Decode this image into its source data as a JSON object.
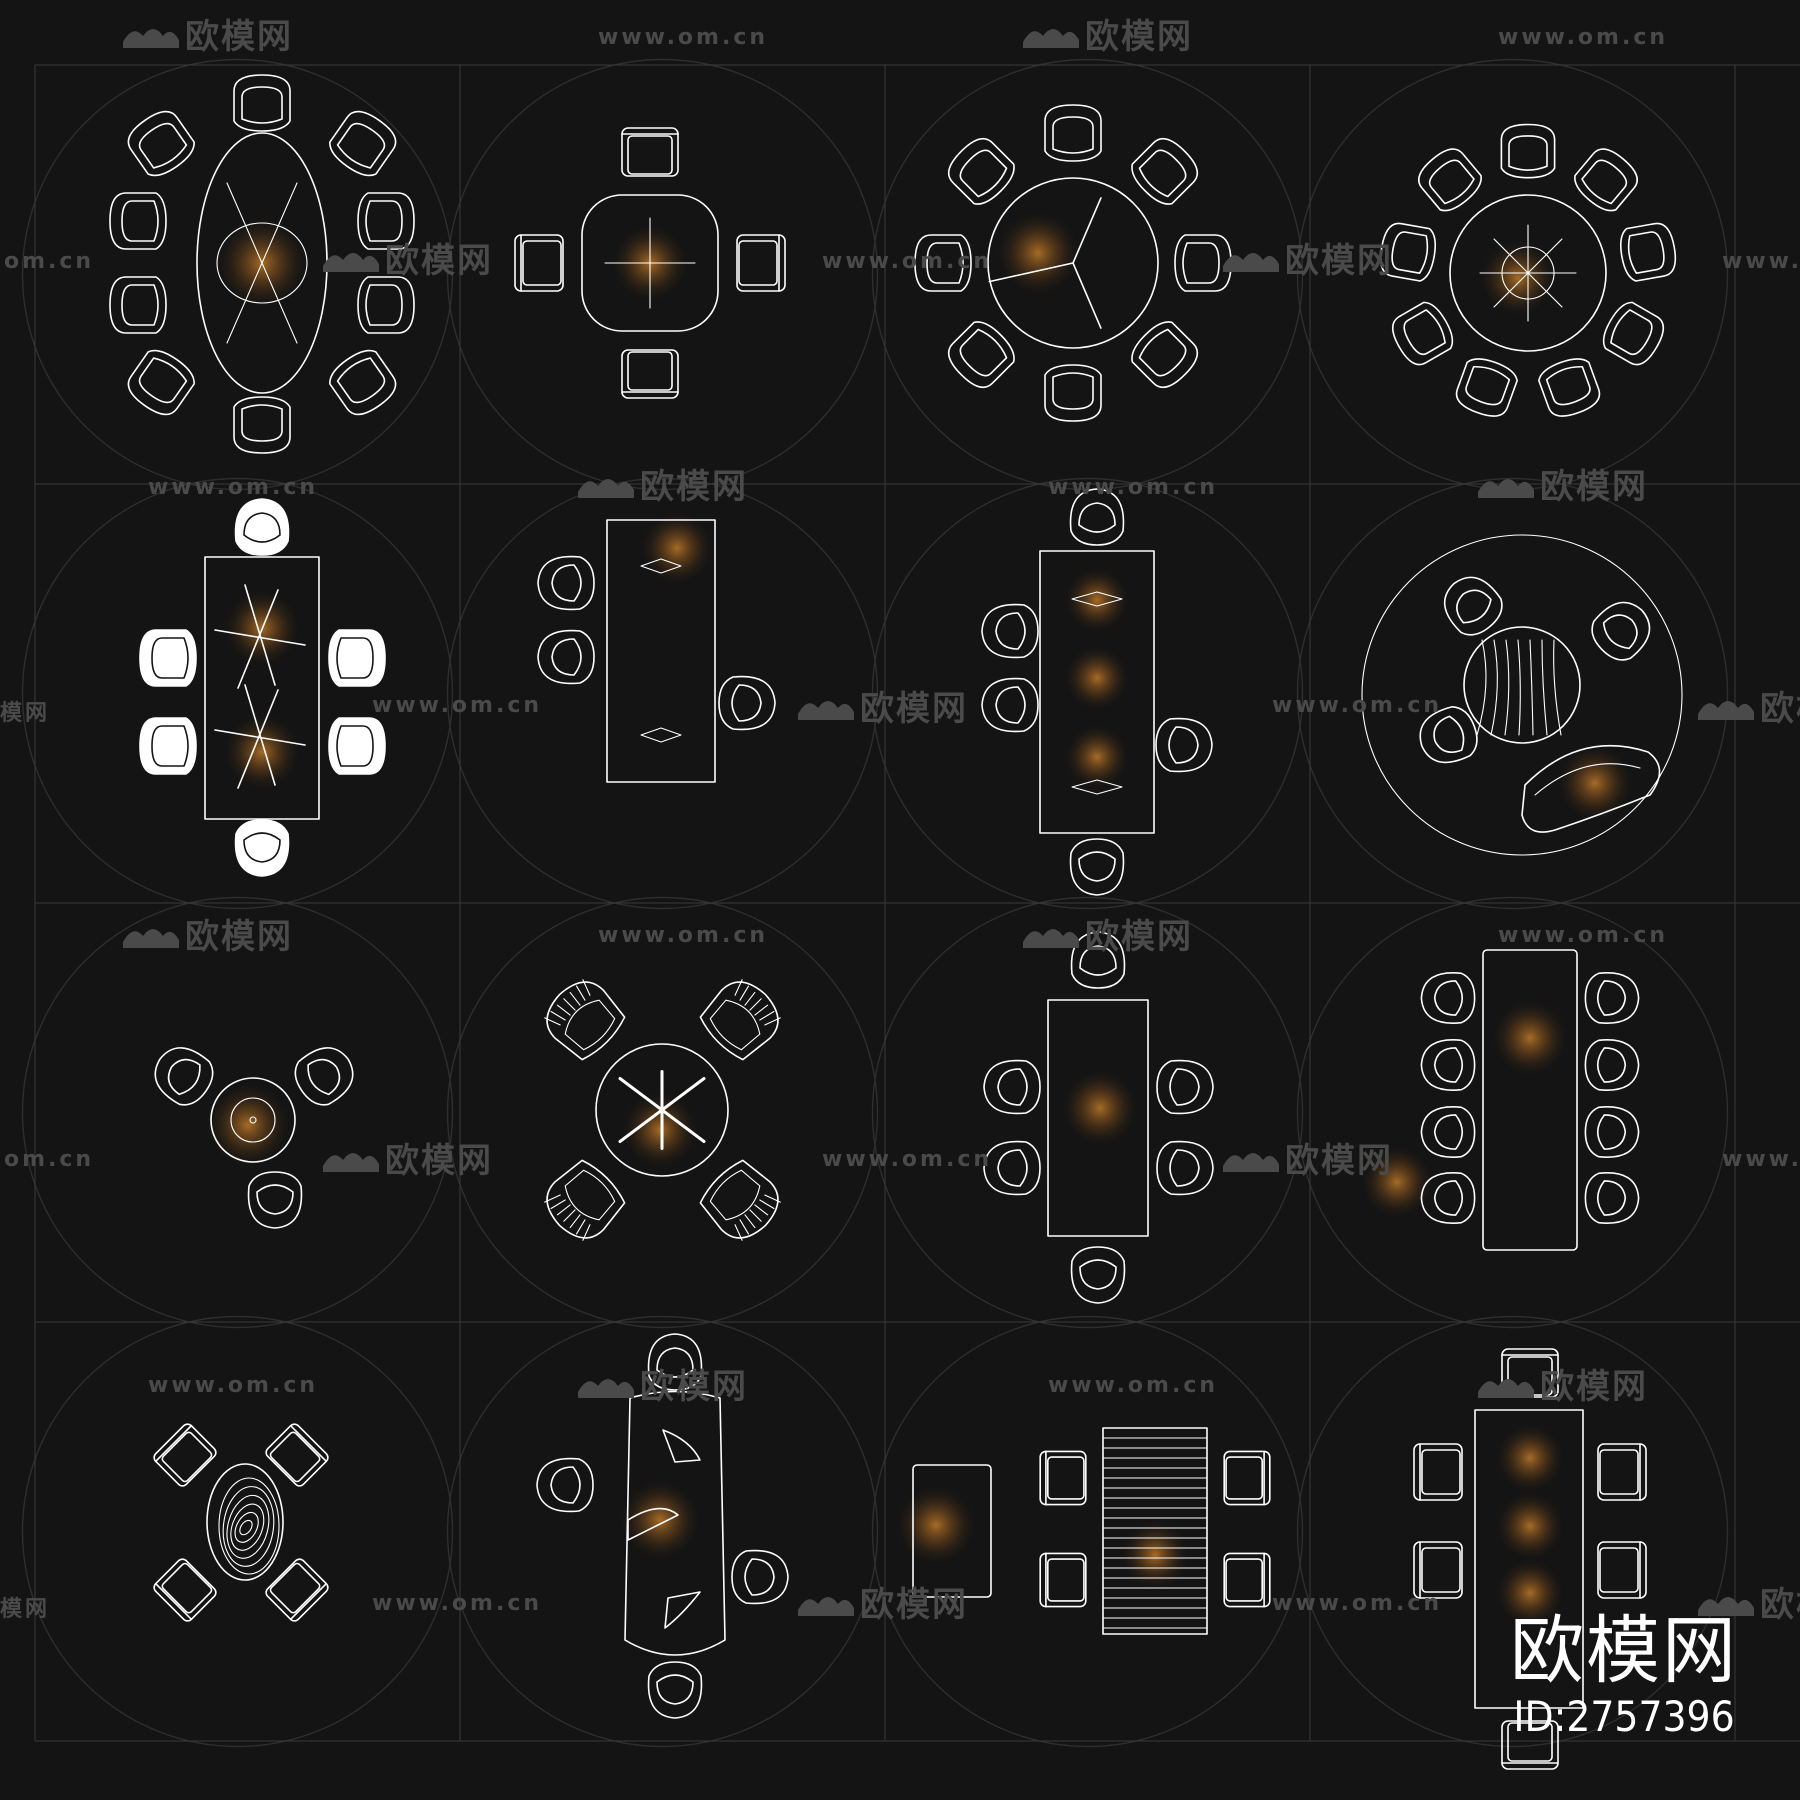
{
  "watermarks": {
    "logo_text": "欧模网",
    "url_text": "www.om.cn",
    "url_partial": "om.cn",
    "logo_partial": "模网"
  },
  "brand": {
    "name": "欧模网",
    "id_text": "ID:2757396"
  },
  "colors": {
    "background": "#141414",
    "line": "#ffffff",
    "grid": "#3a3a3a",
    "arc": "#2e2e2e",
    "watermark": "#4a4a4a",
    "glow": "#c07a2a"
  },
  "layouts": [
    {
      "name": "oval-table-10-chairs"
    },
    {
      "name": "square-table-4-chairs"
    },
    {
      "name": "round-table-8-chairs"
    },
    {
      "name": "round-table-9-chairs"
    },
    {
      "name": "rect-table-6-chairs-solid"
    },
    {
      "name": "rect-table-3-chairs"
    },
    {
      "name": "rect-table-6-chairs"
    },
    {
      "name": "round-table-sofa"
    },
    {
      "name": "round-table-3-chairs"
    },
    {
      "name": "round-table-4-lounge-chairs"
    },
    {
      "name": "rect-table-6-chairs-b"
    },
    {
      "name": "long-table-8-chairs"
    },
    {
      "name": "oval-marble-table-4-chairs"
    },
    {
      "name": "boat-table-5-chairs"
    },
    {
      "name": "slatted-table-4-chairs-bench"
    },
    {
      "name": "rect-table-6-armchairs"
    }
  ]
}
